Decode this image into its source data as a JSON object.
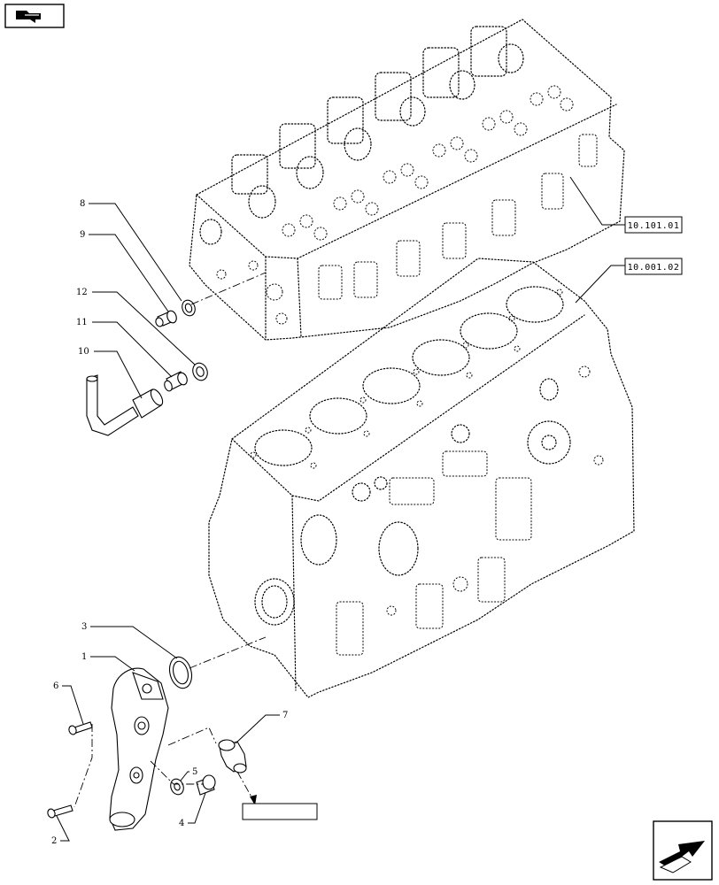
{
  "references": {
    "cylinder_head": "10.101.01",
    "cylinder_block": "10.001.02",
    "bottom_ref": ""
  },
  "callouts": [
    "1",
    "2",
    "3",
    "4",
    "5",
    "6",
    "7",
    "8",
    "9",
    "10",
    "11",
    "12"
  ],
  "icons": {
    "top_left": "book-arrow-icon",
    "bottom_right": "next-page-arrow-icon"
  }
}
